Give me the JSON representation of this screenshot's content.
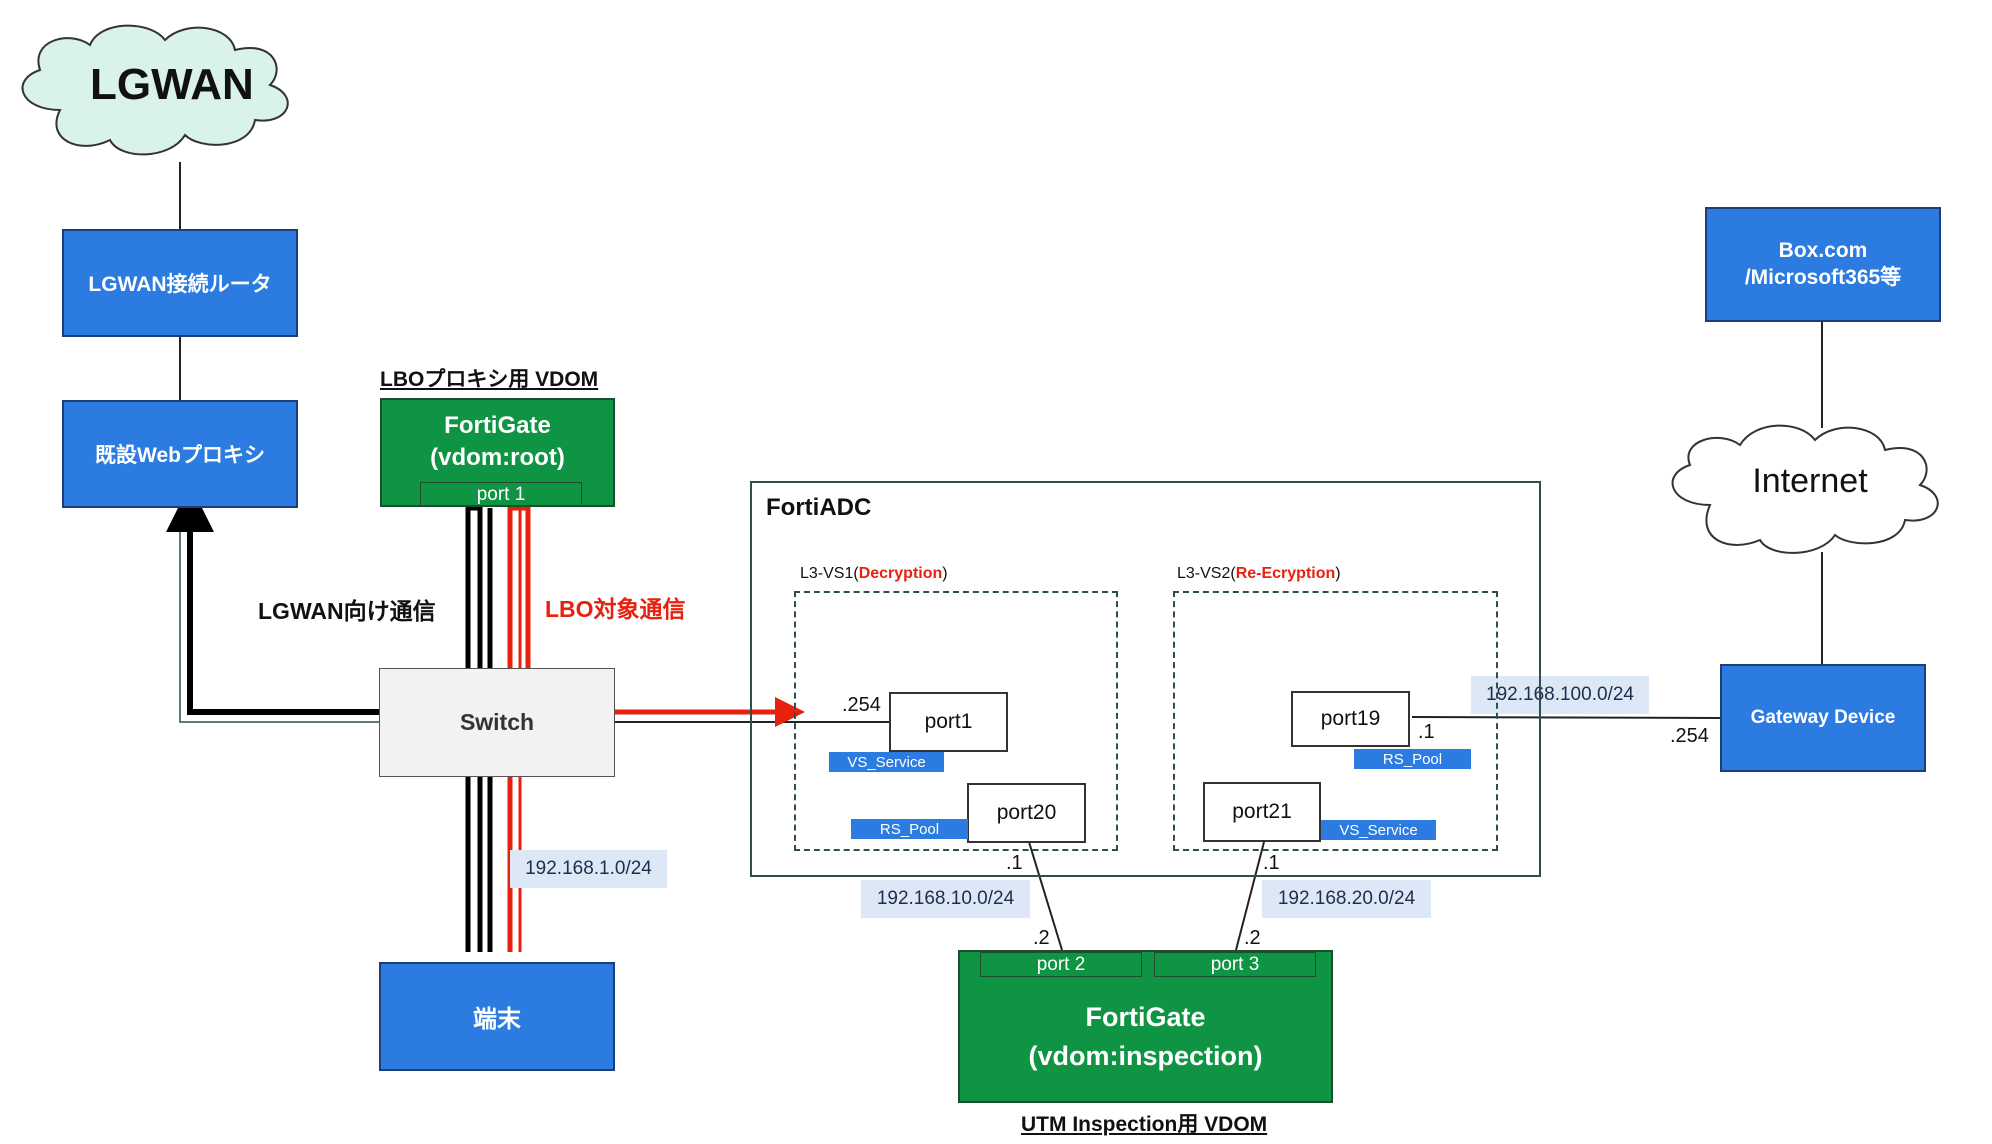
{
  "clouds": {
    "lgwan": "LGWAN",
    "internet": "Internet"
  },
  "nodes": {
    "lgwan_router": "LGWAN接続ルータ",
    "web_proxy": "既設Webプロキシ",
    "box": "Box.com\n/Microsoft365等",
    "gateway": "Gateway Device",
    "terminal": "端末",
    "switch": "Switch"
  },
  "fortigate_root": {
    "caption": "LBOプロキシ用 VDOM",
    "name": "FortiGate",
    "vdom": "(vdom:root)",
    "port": "port 1"
  },
  "fortigate_inspection": {
    "caption": "UTM Inspection用 VDOM",
    "name": "FortiGate",
    "vdom": "(vdom:inspection)",
    "port2": "port 2",
    "port3": "port 3"
  },
  "fortiadc": {
    "title": "FortiADC",
    "vs1": {
      "prefix": "L3-VS1(",
      "highlight": "Decryption",
      "suffix": ")"
    },
    "vs2": {
      "prefix": "L3-VS2(",
      "highlight": "Re-Ecryption",
      "suffix": ")"
    },
    "ports": {
      "port1": "port1",
      "port20": "port20",
      "port19": "port19",
      "port21": "port21"
    },
    "tags": {
      "vs1_service": "VS_Service",
      "vs1_pool": "RS_Pool",
      "vs2_pool": "RS_Pool",
      "vs2_service": "VS_Service"
    }
  },
  "flows": {
    "lgwan": "LGWAN向け通信",
    "lbo": "LBO対象通信",
    "lbo_color": "#e8200e",
    "lgwan_color": "#000000"
  },
  "subnets": {
    "s1": "192.168.1.0/24",
    "s10": "192.168.10.0/24",
    "s20": "192.168.20.0/24",
    "s100": "192.168.100.0/24"
  },
  "addresses": {
    "port1_ip": ".254",
    "port20_ip": ".1",
    "port21_ip": ".1",
    "port19_ip": ".1",
    "gw_ip": ".254",
    "fg_port2_ip": ".2",
    "fg_port3_ip": ".2"
  },
  "colors": {
    "node_blue": "#2b7be0",
    "fortigate_green": "#0f9444",
    "cloud_fill": "#d9f2ec",
    "highlight_red": "#e8200e"
  }
}
